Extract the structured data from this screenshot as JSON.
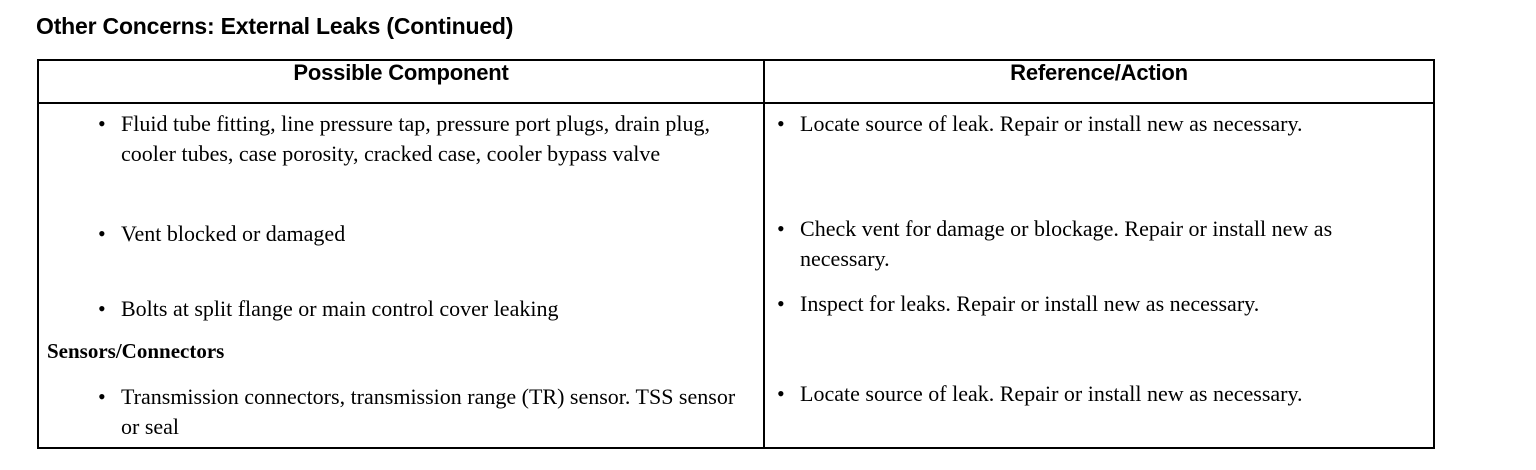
{
  "document": {
    "title": "Other Concerns: External Leaks (Continued)"
  },
  "table": {
    "headers": {
      "possible_component": "Possible Component",
      "reference_action": "Reference/Action"
    },
    "bullet_glyph": "•",
    "left_column": {
      "items": [
        "Fluid tube fitting, line pressure tap, pressure port plugs, drain plug, cooler tubes, case porosity, cracked case, cooler bypass valve",
        "Vent blocked or damaged",
        "Bolts at split flange or main control cover leaking",
        "Transmission connectors, transmission range (TR) sensor. TSS sensor or seal"
      ],
      "subheading": "Sensors/Connectors"
    },
    "right_column": {
      "items": [
        "Locate source of leak. Repair or install new as necessary.",
        "Check vent for damage or blockage. Repair or install new as necessary.",
        "Inspect for leaks. Repair or install new as necessary.",
        "Locate source of leak. Repair or install new as necessary."
      ]
    }
  },
  "colors": {
    "text": "#000000",
    "background": "#ffffff",
    "border": "#000000"
  }
}
